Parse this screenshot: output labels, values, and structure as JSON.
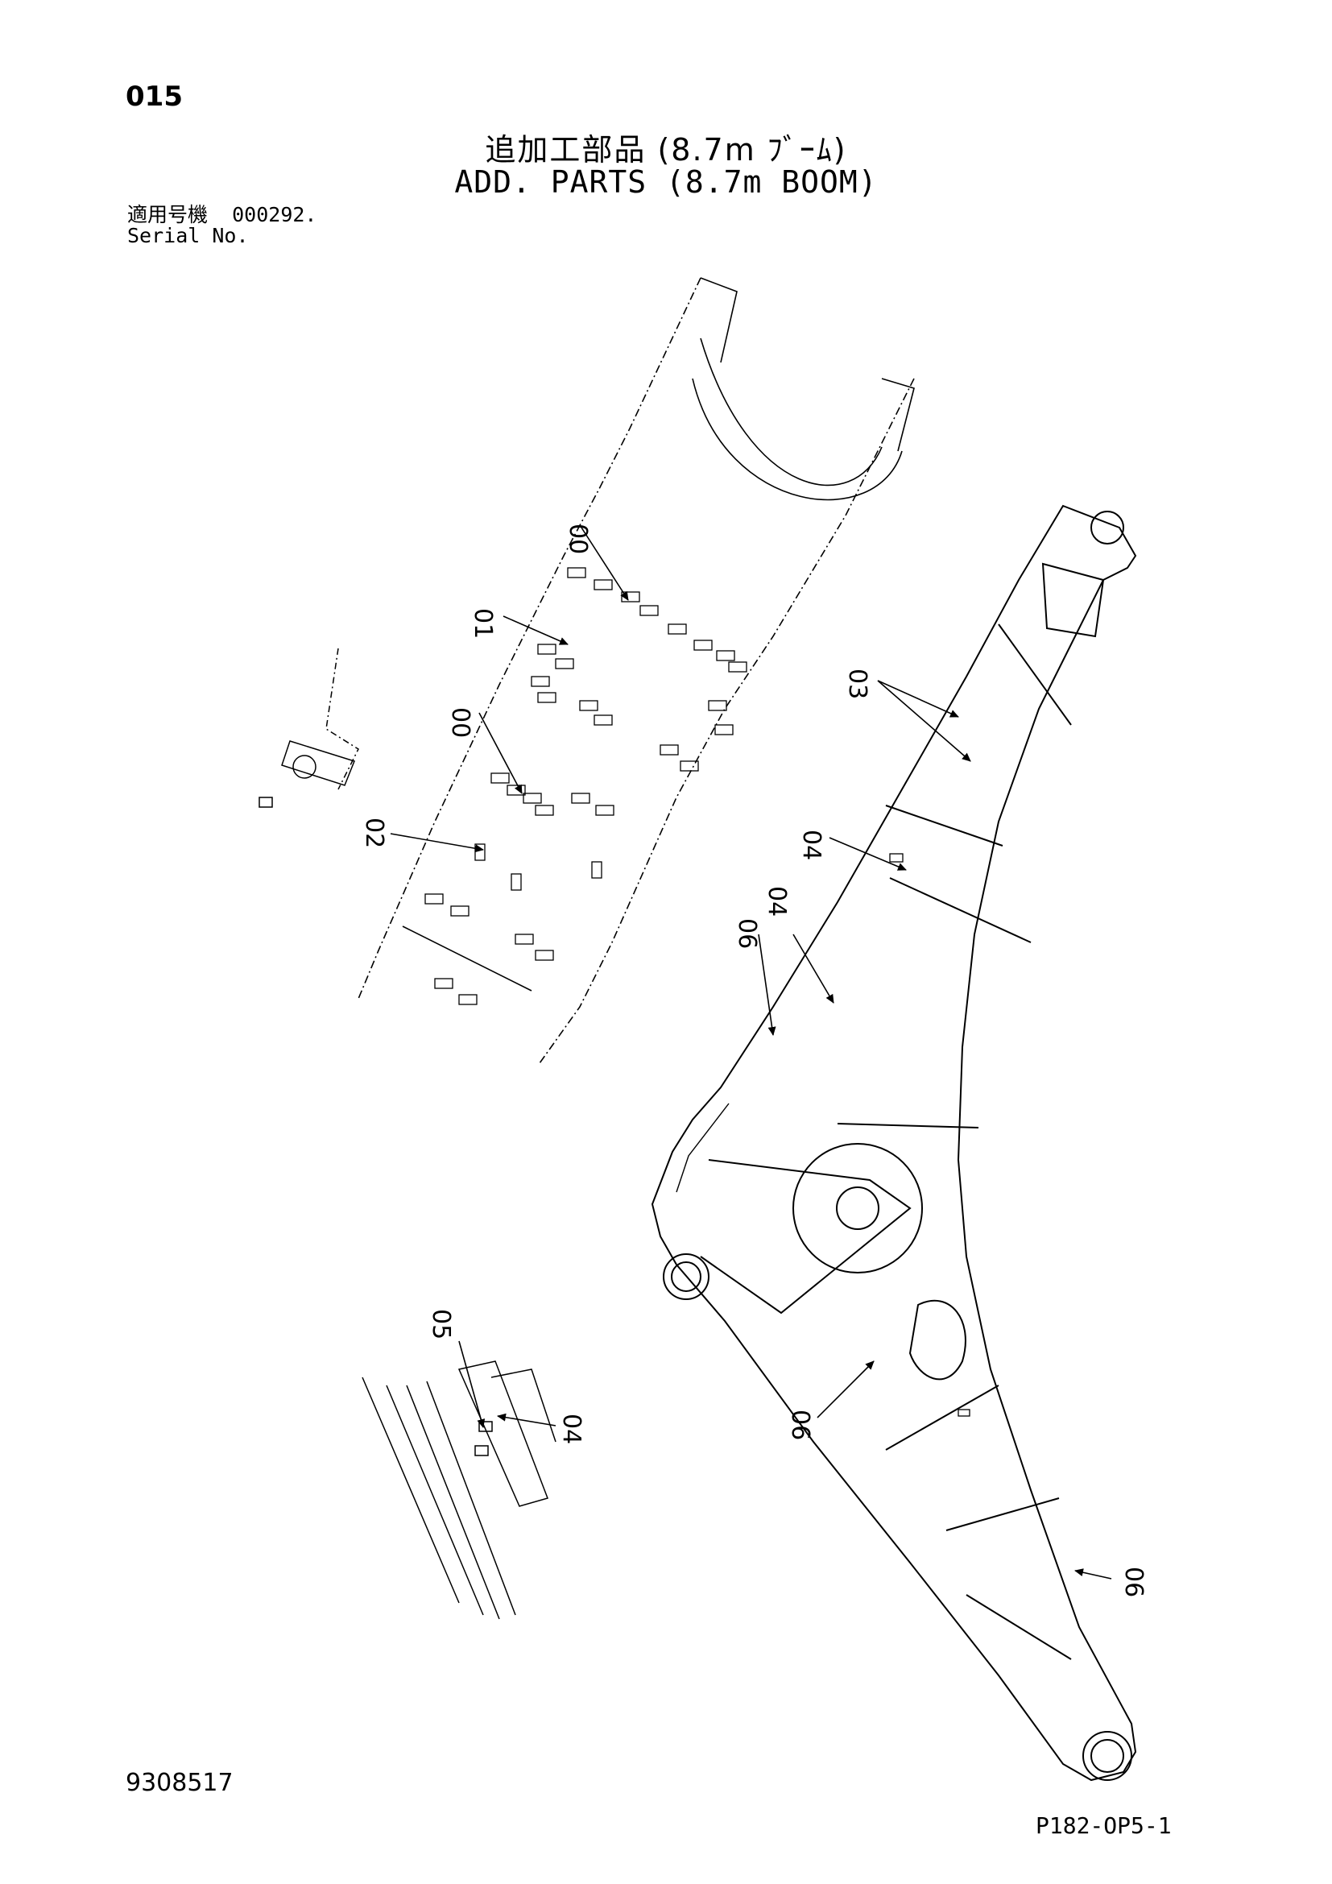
{
  "page_number": "015",
  "title_jp": "追加工部品 (8.7m ﾌﾞｰﾑ)",
  "title_en": "ADD. PARTS (8.7m BOOM)",
  "serial": {
    "label_jp": "適用号機",
    "value": "000292.",
    "label_en": "Serial No."
  },
  "callouts": [
    "00",
    "01",
    "00",
    "02",
    "03",
    "04",
    "04",
    "06",
    "05",
    "04",
    "06",
    "06"
  ],
  "doc_number": "9308517",
  "drawing_code": "P182-OP5-1"
}
